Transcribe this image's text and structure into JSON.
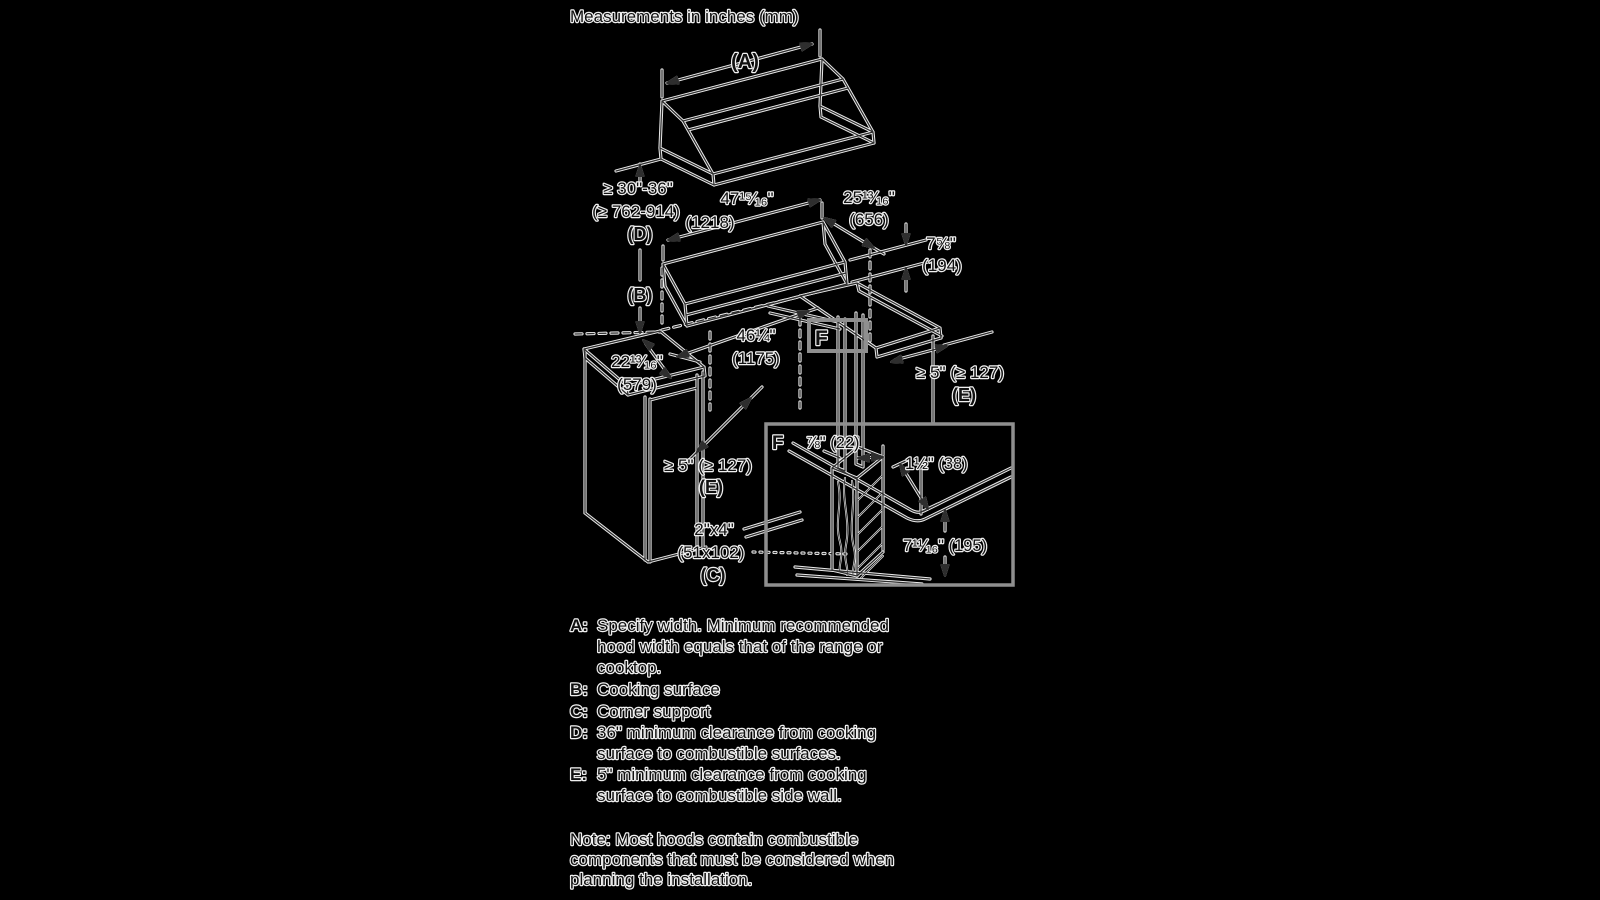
{
  "title": "Measurements in inches (mm)",
  "dims": {
    "a": "(A)",
    "d_line1": "≥ 30\"-36\"",
    "d_line2": "(≥ 762-914)",
    "d_letter": "(D)",
    "b_letter": "(B)",
    "hood_width_in": "47¹⁵⁄₁₆\"",
    "hood_width_mm": "(1218)",
    "hood_depth_in": "25¹³⁄₁₆\"",
    "hood_depth_mm": "(656)",
    "hood_height_in": "7⅝\"",
    "hood_height_mm": "(194)",
    "cutout_width_in": "46¼\"",
    "cutout_width_mm": "(1175)",
    "counter_depth_in": "22¹³⁄₁₆\"",
    "counter_depth_mm": "(579)",
    "clearance_left": "≥ 5\" (≥ 127)",
    "clearance_left_letter": "(E)",
    "clearance_right": "≥ 5\" (≥ 127)",
    "clearance_right_letter": "(E)",
    "stud_line1": "2\"x4\"",
    "stud_line2": "(51x102)",
    "stud_letter": "(C)",
    "f_main": "F",
    "f_inset": "F",
    "inset_stud_width": "⅞\" (22)",
    "inset_rail_width": "1½\" (38)",
    "inset_height": "7¹¹⁄₁₆\" (195)"
  },
  "legend": [
    {
      "letter": "A:",
      "lines": [
        "Specify width. Minimum recommended",
        "hood width equals that of the range or",
        "cooktop."
      ]
    },
    {
      "letter": "B:",
      "lines": [
        "Cooking surface"
      ]
    },
    {
      "letter": "C:",
      "lines": [
        "Corner support"
      ]
    },
    {
      "letter": "D:",
      "lines": [
        "36\" minimum clearance from cooking",
        "surface to combustible surfaces."
      ]
    },
    {
      "letter": "E:",
      "lines": [
        "5\" minimum clearance from cooking",
        "surface to combustible side wall."
      ]
    }
  ],
  "note": {
    "line1": "Note: Most hoods contain combustible",
    "line2": "components that must be considered when",
    "line3": "planning the installation."
  },
  "colors": {
    "background": "#000000",
    "line_core": "#2e2e2e",
    "line_halo": "#ededed",
    "detail_border": "#8f8f8f"
  }
}
